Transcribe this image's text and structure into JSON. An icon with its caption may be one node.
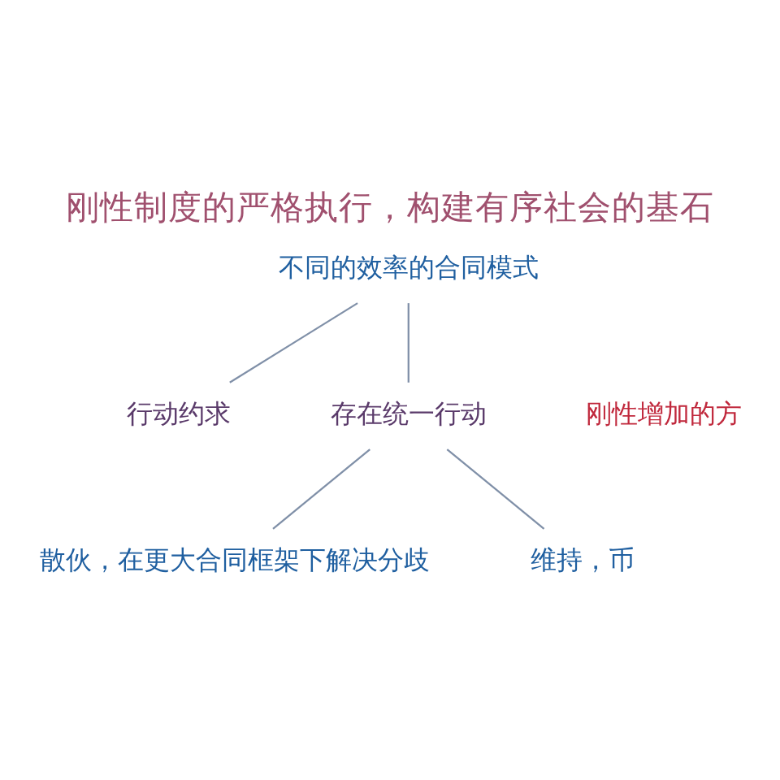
{
  "diagram": {
    "title": "刚性制度的严格执行，构建有序社会的基石",
    "nodes": [
      {
        "text": [
          "不同的效率的合同模式"
        ]
      },
      {
        "text": [
          "行动约求"
        ]
      },
      {
        "text": [
          "存在统一行动"
        ]
      },
      {
        "text": [
          "散伙，在更大合同框架下解决分歧"
        ]
      },
      {
        "text": [
          "维持，币"
        ]
      }
    ],
    "edges": [
      {
        "from": 0,
        "to": 1,
        "arrow": "none"
      },
      {
        "from": 0,
        "to": 2,
        "arrow": "none"
      },
      {
        "from": 2,
        "to": 3,
        "arrow": "none"
      },
      {
        "from": 2,
        "to": 4,
        "arrow": "none"
      }
    ],
    "labels": [
      "刚性增加的方"
    ]
  }
}
